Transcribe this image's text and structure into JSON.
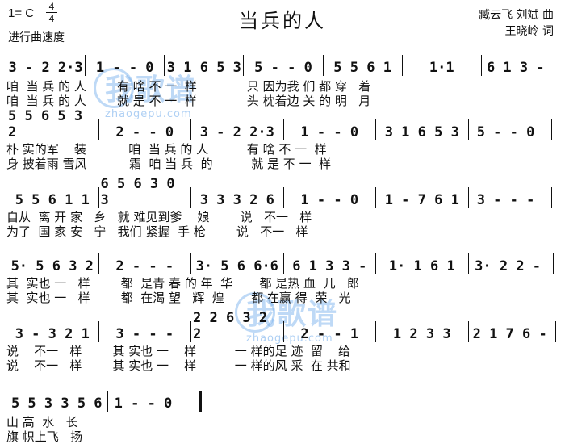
{
  "header": {
    "key": "1= C",
    "time_top": "4",
    "time_bottom": "4",
    "title": "当兵的人",
    "tempo": "进行曲速度",
    "credit_line1": "臧云飞 刘斌 曲",
    "credit_line2": "王晓岭 词"
  },
  "watermark": {
    "text": "我歌谱",
    "url": "zhaogepu.com"
  },
  "rows": [
    {
      "bars": [
        "3 - 2 2·3",
        "1 - - 0",
        "3 1 6 5 3",
        "5 - - 0",
        "5 5 6 1",
        "1·1",
        "6 1 3 -"
      ],
      "lyric1": "咱  当 兵 的 人        有 啥 不 一  样             只 因为我 们 都 穿   着",
      "lyric2": "咱  当 兵 的 人        就 是 不 一  样             头 枕着边 关 的 明   月"
    },
    {
      "bars": [
        "5 5 6 5 3 2",
        "2 - - 0",
        "3 - 2 2·3",
        "1 - - 0",
        "3 1 6 5 3",
        "5 - - 0"
      ],
      "lyric1": "朴 实的军    装           咱  当 兵 的 人          有 啥 不 一  样",
      "lyric2": "身 披着雨 雪风           霜  咱 当 兵  的          就 是 不 一  样"
    },
    {
      "bars": [
        "5 5 6 1 1",
        "6 5 6 3 0 3",
        "3 3 3 2 6",
        "1 - - 0",
        "1 - 7 6 1",
        "3 - - -"
      ],
      "lyric1": "自从  离 开 家   乡   就 难见到爹    娘        说   不一   样",
      "lyric2": "为了  国 家 安   宁   我们 紧握  手 枪        说   不一   样"
    },
    {
      "bars": [
        "5· 5 6 3 2",
        "2 - - -",
        "3· 5 6 6·6",
        "6 1 3 3 -",
        "1· 1 6 1",
        "3· 2 2 -"
      ],
      "lyric1": "其  实也 一   样        都  是青 春 的 年  华       都 是热 血  儿   郎",
      "lyric2": "其  实也 一   样        都  在渴 望   辉  煌       都 在赢 得  荣   光"
    },
    {
      "bars": [
        "3 - 3 2 1",
        "3 - - -",
        "2 2 6 3 2 2",
        "2 - - 1",
        "1 2 3 3",
        "2 1 7 6 -"
      ],
      "lyric1": "说    不一   样        其 实也 一    样          一 样的足 迹  留    给",
      "lyric2": "说    不一   样        其 实也 一    样          一 样的风 采  在 共和"
    },
    {
      "bars": [
        "5 5 3 3 5 6",
        "1 - - 0"
      ],
      "lyric1": "山 高  水   长",
      "lyric2": "旗 帜上飞   扬"
    }
  ]
}
